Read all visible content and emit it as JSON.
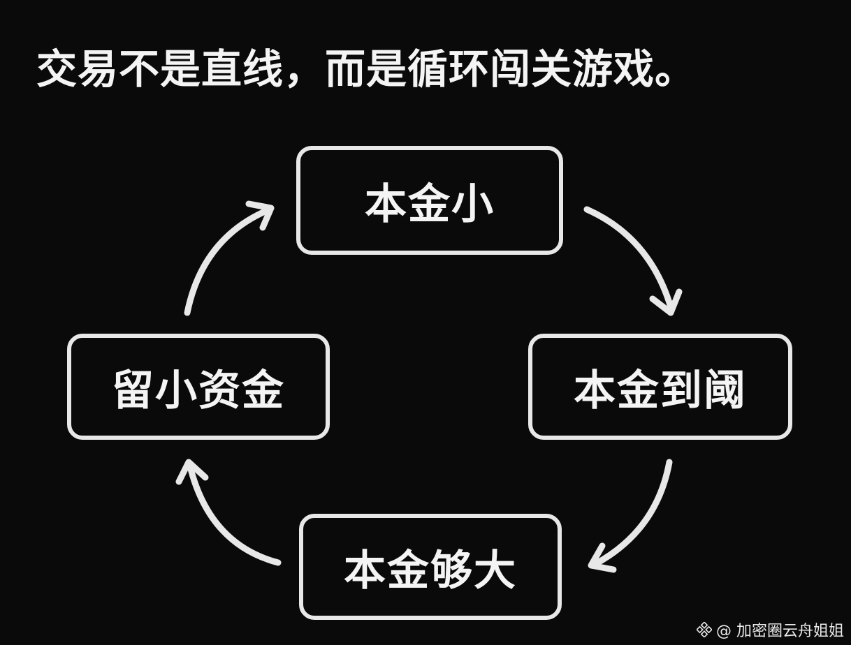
{
  "headline": "交易不是直线，而是循环闯关游戏。",
  "nodes": {
    "top": "本金小",
    "right": "本金到阈",
    "bottom": "本金够大",
    "left": "留小资金"
  },
  "watermark": {
    "text": "@ 加密圈云舟姐姐",
    "logo_icon": "binance-square-icon"
  },
  "colors": {
    "background": "#0a0a0a",
    "stroke": "#e8e8e8",
    "text": "#f4f4f4"
  }
}
